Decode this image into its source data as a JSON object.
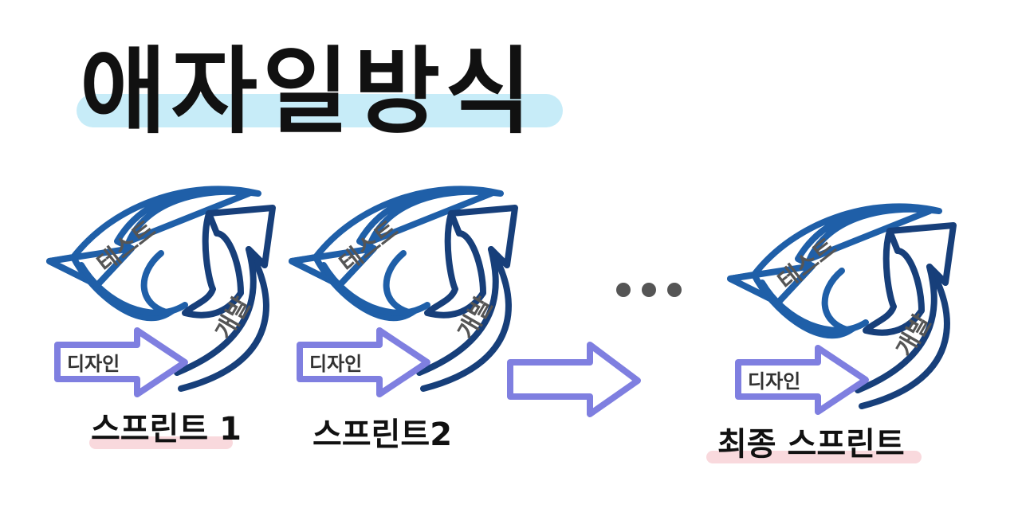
{
  "title": "애자일방식",
  "sprints": [
    {
      "test_label": "테스트",
      "dev_label": "개발",
      "design_label": "디자인",
      "name": "스프린트 1"
    },
    {
      "test_label": "테스트",
      "dev_label": "개발",
      "design_label": "디자인",
      "name": "스프린트2"
    },
    {
      "test_label": "테스트",
      "dev_label": "개발",
      "design_label": "디자인",
      "name": "최종 스프린트"
    }
  ],
  "colors": {
    "test_arrow": "#1f5fa8",
    "dev_arrow": "#173f7a",
    "design_arrow": "#7f7fe0",
    "highlight_title": "#c7ecf8",
    "highlight_label": "#f9d9dd",
    "ellipsis": "#555555"
  }
}
